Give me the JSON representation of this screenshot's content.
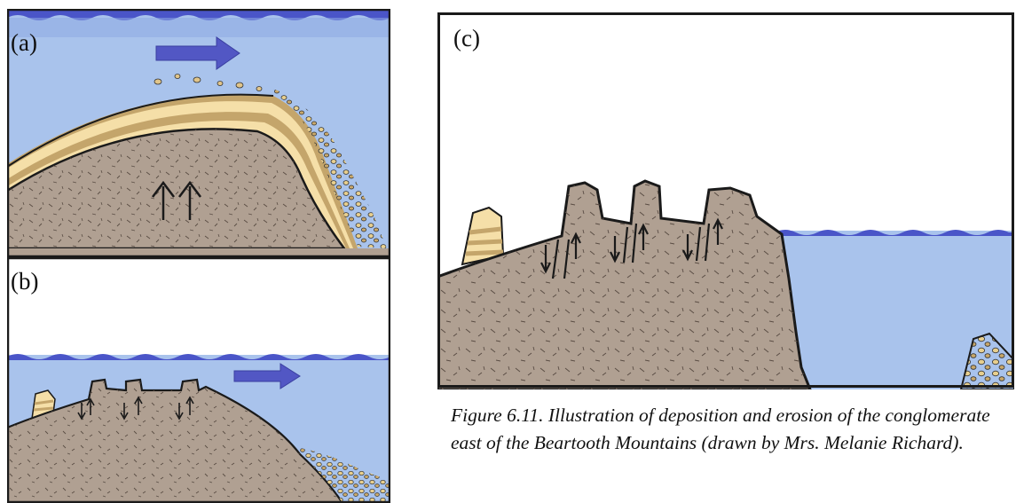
{
  "panels": {
    "a": {
      "label": "(a)"
    },
    "b": {
      "label": "(b)"
    },
    "c": {
      "label": "(c)"
    }
  },
  "caption": "Figure 6.11.  Illustration of deposition and erosion of the conglomerate east of the Beartooth Mountains (drawn by Mrs. Melanie Richard).",
  "colors": {
    "water": "#a9c3ec",
    "water_surface": "#4a55c8",
    "rock": "#b0a092",
    "sediment_light": "#f5dfa8",
    "sediment_dark": "#c4a56b",
    "flow_arrow": "#5257c4",
    "outline": "#1a1a1a"
  },
  "icons": [
    "flow-arrow",
    "uplift-arrow",
    "fault-arrow"
  ]
}
